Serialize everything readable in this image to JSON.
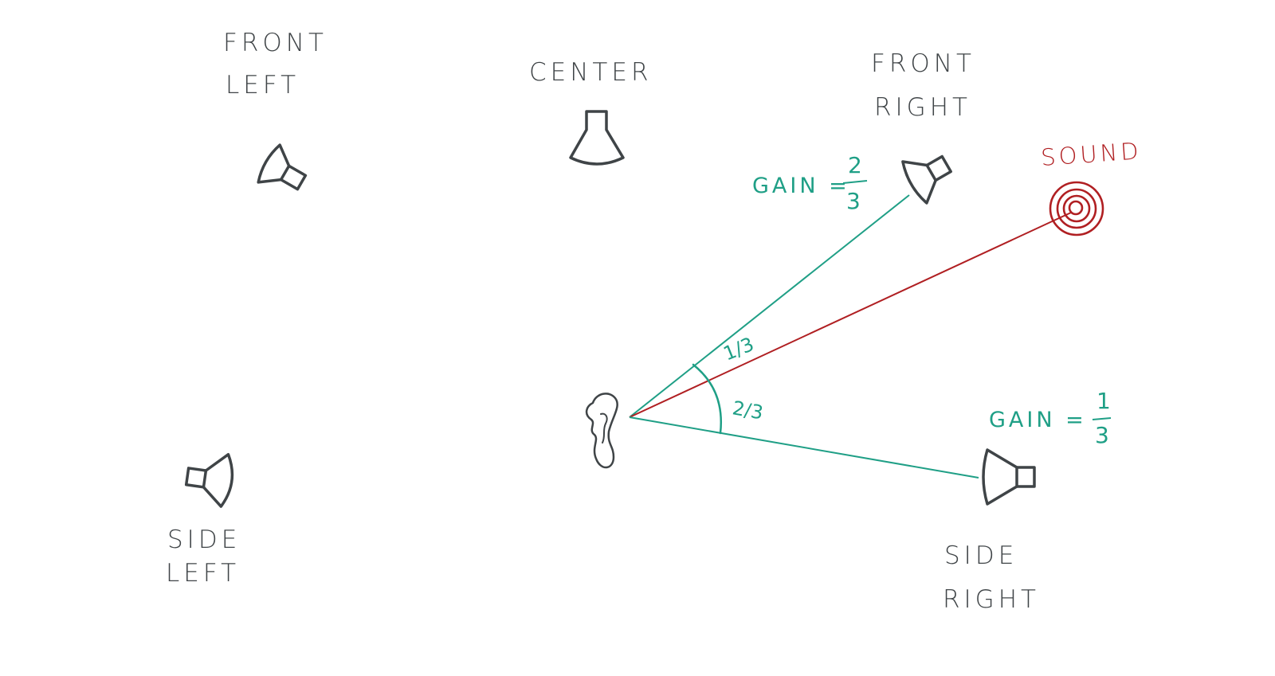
{
  "speakers": {
    "front_left": {
      "line1": "FRONT",
      "line2": "LEFT"
    },
    "center": {
      "line1": "CENTER"
    },
    "front_right": {
      "line1": "FRONT",
      "line2": "RIGHT"
    },
    "side_left": {
      "line1": "SIDE",
      "line2": "LEFT"
    },
    "side_right": {
      "line1": "SIDE",
      "line2": "RIGHT"
    }
  },
  "sound": {
    "label": "SOUND"
  },
  "gains": {
    "front_right": {
      "prefix": "GAIN =",
      "numerator": "2",
      "denominator": "3"
    },
    "side_right": {
      "prefix": "GAIN =",
      "numerator": "1",
      "denominator": "3"
    }
  },
  "angles": {
    "upper": "1/3",
    "lower": "2/3"
  },
  "colors": {
    "ink": "#3f4447",
    "sound": "#b01f22",
    "gain": "#1f9f86"
  },
  "icons": [
    "speaker-icon",
    "ear-icon",
    "sound-source-icon"
  ]
}
